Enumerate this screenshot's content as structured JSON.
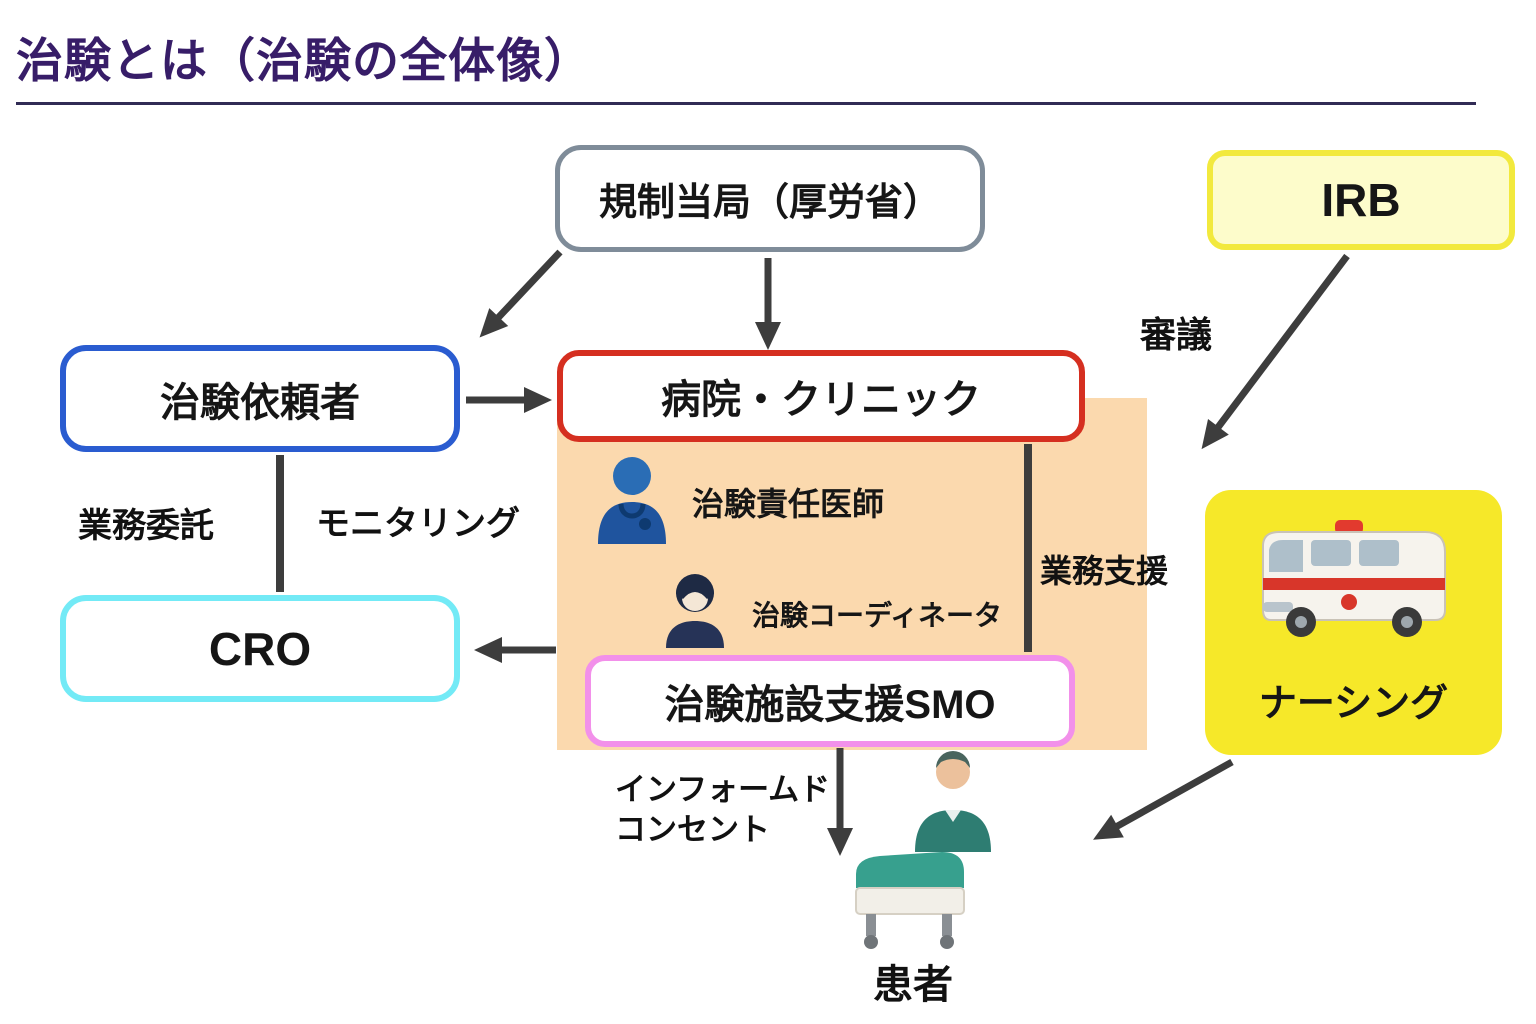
{
  "title": "治験とは（治験の全体像）",
  "nodes": {
    "regulator": "規制当局（厚労省）",
    "irb": "IRB",
    "sponsor": "治験依頼者",
    "hospital": "病院・クリニック",
    "doctor": "治験責任医師",
    "coordinator": "治験コーディネータ",
    "smo": "治験施設支援SMO",
    "cro": "CRO",
    "nursing": "ナーシング",
    "patient": "患者"
  },
  "edge_labels": {
    "review": "審議",
    "operation_support": "業務支援",
    "outsourcing": "業務委託",
    "monitoring": "モニタリング",
    "informed_consent_line1": "インフォームド",
    "informed_consent_line2": "コンセント"
  },
  "colors": {
    "title": "#371d68",
    "regulator_border": "#7f8c99",
    "irb_border": "#f2e93d",
    "irb_bg": "#fdfccb",
    "sponsor_border": "#2a5cd0",
    "hospital_border": "#d52f20",
    "smo_border": "#f290ea",
    "cro_border": "#73eaf6",
    "nursing_bg": "#f6e829",
    "site_area_bg": "#fbd9ae",
    "arrow": "#3d3d3d"
  }
}
